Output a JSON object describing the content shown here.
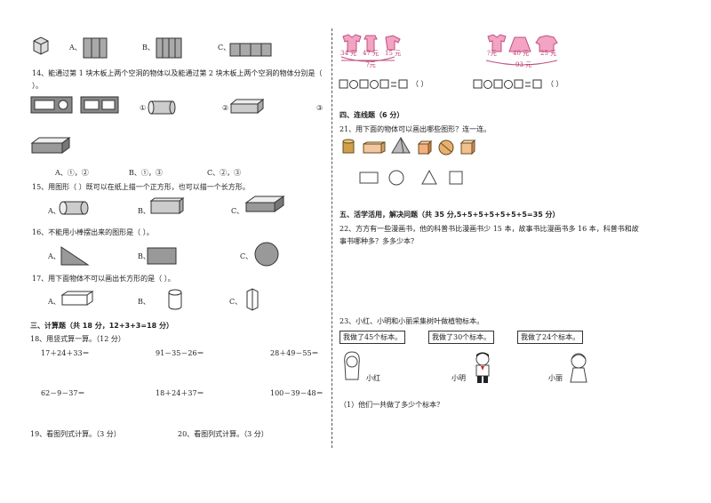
{
  "left": {
    "q13_options": [
      "A、",
      "B、",
      "C、"
    ],
    "q14": {
      "text": "14、能通过第 1 块木板上两个空洞的物体以及能通过第 2 块木板上两个空洞的物体分别是（",
      "close": "）。",
      "circled": [
        "①",
        "②",
        "③"
      ],
      "options": [
        "A、①，②",
        "B、①，③",
        "C、②，③"
      ]
    },
    "q15": {
      "text": "15、用图形（          ）既可以在纸上描一个正方形，也可以描一个长方形。",
      "options": [
        "A、",
        "B、",
        "C、"
      ]
    },
    "q16": {
      "text": "16、不能用小棒摆出来的图形是（          ）。",
      "options": [
        "A、",
        "B、",
        "C、"
      ]
    },
    "q17": {
      "text": "17、用下面物体不可以画出长方形的是（          ）。",
      "options": [
        "A、",
        "B、",
        "C、"
      ]
    },
    "section3": {
      "title": "三、计算题（共 18 分，12+3+3=18 分）"
    },
    "q18": {
      "text": "18、用竖式算一算。（12 分）",
      "row1": [
        "17＋24＋33＝",
        "91－35－26＝",
        "28＋49－55＝"
      ],
      "row2": [
        "62－9－37＝",
        "18＋24＋37＝",
        "100－39－48＝"
      ]
    },
    "q19": "19、看图列式计算。（3 分）",
    "q20": "20、看图列式计算。（3 分）"
  },
  "right": {
    "prices_left": [
      "34 元",
      "47 元",
      "15 元",
      "?元"
    ],
    "prices_right": [
      "?元",
      "40 元",
      "25 元",
      "93 元"
    ],
    "eq_paren": [
      "（      ）",
      "（      ）"
    ],
    "section4": {
      "title": "四、连线题（6 分）"
    },
    "q21": "21、用下面的物体可以画出哪些图形？连一连。",
    "section5": {
      "title": "五、活学活用，解决问题（共 35 分,5+5+5+5+5+5+5=35 分）"
    },
    "q22": {
      "line1": "22、方方有一些漫画书，他的科普书比漫画书少 15 本，故事书比漫画书多 16 本，科普书和故",
      "line2": "事书哪种多？多多少本？"
    },
    "q23": {
      "text": "23、小红、小明和小丽采集树叶做植物标本。",
      "bubbles": [
        "我做了45个标本。",
        "我做了30个标本。",
        "我做了24个标本。"
      ],
      "names": [
        "小红",
        "小明",
        "小丽"
      ],
      "sub1": "（1）他们一共做了多少个标本？"
    }
  }
}
